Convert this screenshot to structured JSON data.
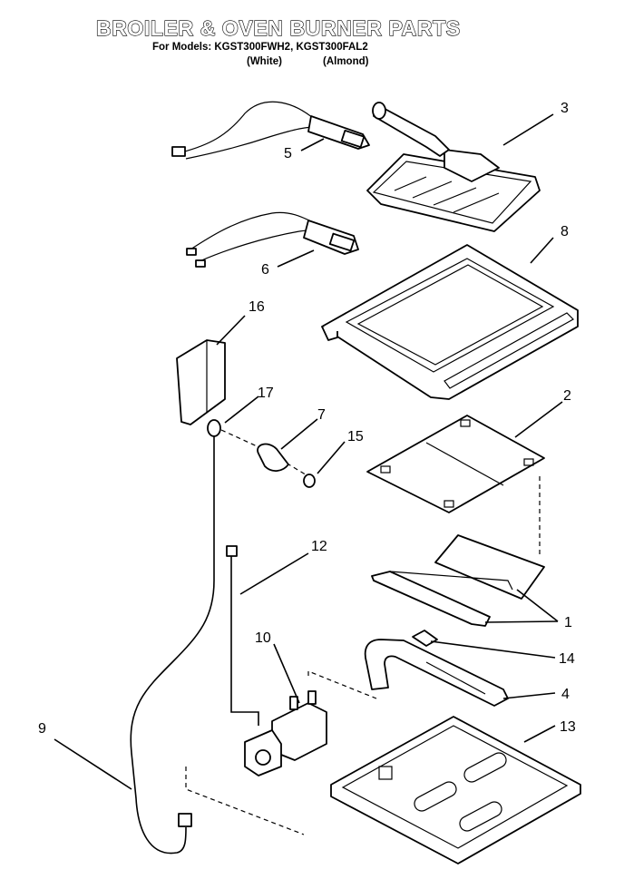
{
  "header": {
    "title": "BROILER & OVEN BURNER PARTS",
    "models": "For Models: KGST300FWH2, KGST300FAL2",
    "variant_white": "(White)",
    "variant_almond": "(Almond)"
  },
  "callouts": {
    "c1": "1",
    "c2": "2",
    "c3": "3",
    "c4": "4",
    "c5": "5",
    "c6": "6",
    "c7": "7",
    "c8": "8",
    "c9": "9",
    "c10": "10",
    "c12": "12",
    "c13": "13",
    "c14": "14",
    "c15": "15",
    "c16": "16",
    "c17": "17"
  }
}
